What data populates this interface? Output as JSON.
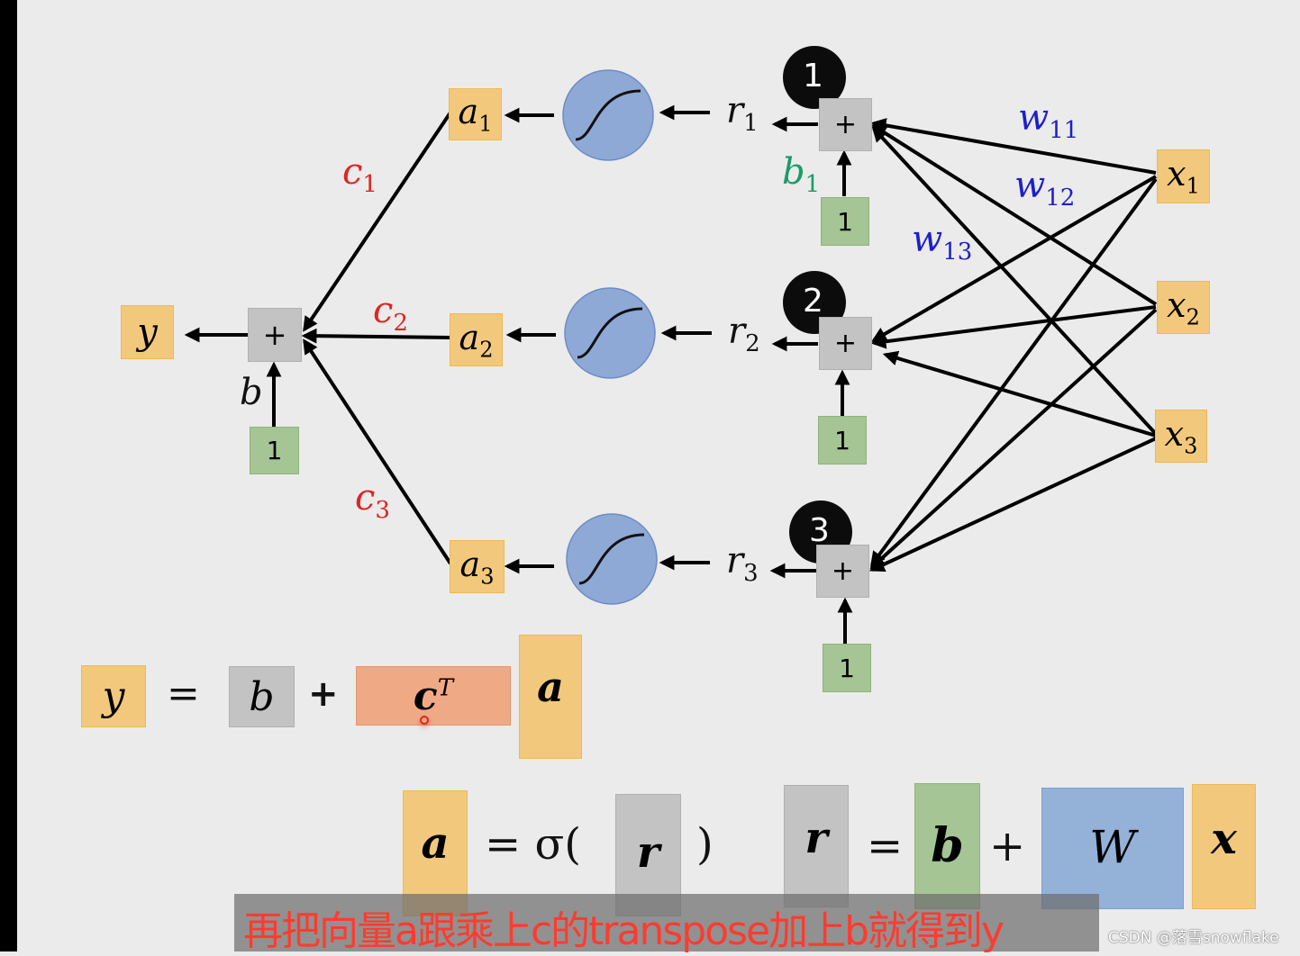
{
  "diagram": {
    "output": {
      "label": "y",
      "sub": ""
    },
    "output_sum": {
      "symbol": "+",
      "bias_label": "b",
      "bias_input": "1"
    },
    "output_weights": [
      {
        "label": "c",
        "sub": "1"
      },
      {
        "label": "c",
        "sub": "2"
      },
      {
        "label": "c",
        "sub": "3"
      }
    ],
    "activations": [
      {
        "label": "a",
        "sub": "1"
      },
      {
        "label": "a",
        "sub": "2"
      },
      {
        "label": "a",
        "sub": "3"
      }
    ],
    "sigmoid_icon": "sigmoid-curve-icon",
    "pre_activations": [
      {
        "label": "r",
        "sub": "1"
      },
      {
        "label": "r",
        "sub": "2"
      },
      {
        "label": "r",
        "sub": "3"
      }
    ],
    "neurons": [
      {
        "index": "1",
        "symbol": "+",
        "bias_input": "1",
        "bias_label": "b",
        "bias_sub": "1"
      },
      {
        "index": "2",
        "symbol": "+",
        "bias_input": "1",
        "bias_label": "",
        "bias_sub": ""
      },
      {
        "index": "3",
        "symbol": "+",
        "bias_input": "1",
        "bias_label": "",
        "bias_sub": ""
      }
    ],
    "weights": [
      {
        "label": "w",
        "sub": "11"
      },
      {
        "label": "w",
        "sub": "12"
      },
      {
        "label": "w",
        "sub": "13"
      }
    ],
    "inputs": [
      {
        "label": "x",
        "sub": "1"
      },
      {
        "label": "x",
        "sub": "2"
      },
      {
        "label": "x",
        "sub": "3"
      }
    ]
  },
  "equations": {
    "eq1": {
      "y": "y",
      "equals": "=",
      "b": "b",
      "plus": "+",
      "c": "c",
      "sup": "T",
      "a": "a"
    },
    "eq2": {
      "a": "a",
      "sigma_open": "= σ(",
      "r": "r",
      "close": ")"
    },
    "eq3": {
      "r": "r",
      "equals": "=",
      "b": "b",
      "plus": "+",
      "W": "W",
      "x": "x"
    }
  },
  "colors": {
    "weight_c": "#e02424",
    "weight_w": "#1f1fc8",
    "bias_b1": "#1a9a6a"
  },
  "subtitle": "再把向量a跟乘上c的transpose加上b就得到y",
  "watermark": "CSDN @落雪snowflake"
}
